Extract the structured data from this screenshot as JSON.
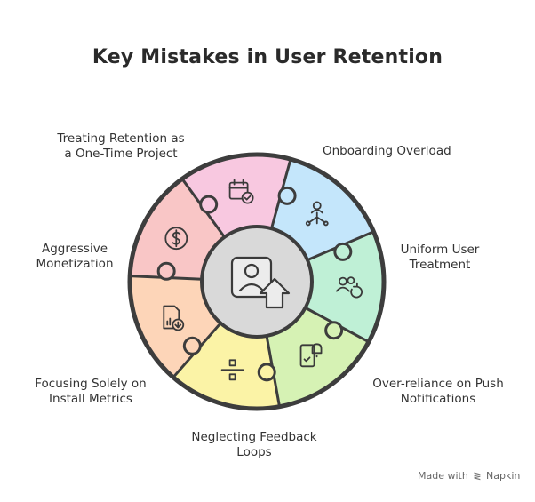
{
  "title": "Key Mistakes in User Retention",
  "segments": [
    {
      "lines": [
        "Treating Retention as",
        "a One-Time Project"
      ],
      "icon": "calendar-check-icon",
      "color": "#f8c8e0"
    },
    {
      "lines": [
        "Onboarding Overload"
      ],
      "icon": "user-network-icon",
      "color": "#c4e6fb"
    },
    {
      "lines": [
        "Uniform User",
        "Treatment"
      ],
      "icon": "users-refresh-icon",
      "color": "#bff0d6"
    },
    {
      "lines": [
        "Over-reliance on Push",
        "Notifications"
      ],
      "icon": "phone-bell-icon",
      "color": "#d6f2b4"
    },
    {
      "lines": [
        "Neglecting Feedback",
        "Loops"
      ],
      "icon": "divide-icon",
      "color": "#fbf3a6"
    },
    {
      "lines": [
        "Focusing Solely on",
        "Install Metrics"
      ],
      "icon": "document-download-icon",
      "color": "#fdd5b8"
    },
    {
      "lines": [
        "Aggressive",
        "Monetization"
      ],
      "icon": "dollar-coin-icon",
      "color": "#f9c6c6"
    }
  ],
  "center": {
    "icon": "user-upload-icon",
    "color": "#d9d9d9"
  },
  "footer": {
    "text": "Made with",
    "brand": "Napkin"
  }
}
